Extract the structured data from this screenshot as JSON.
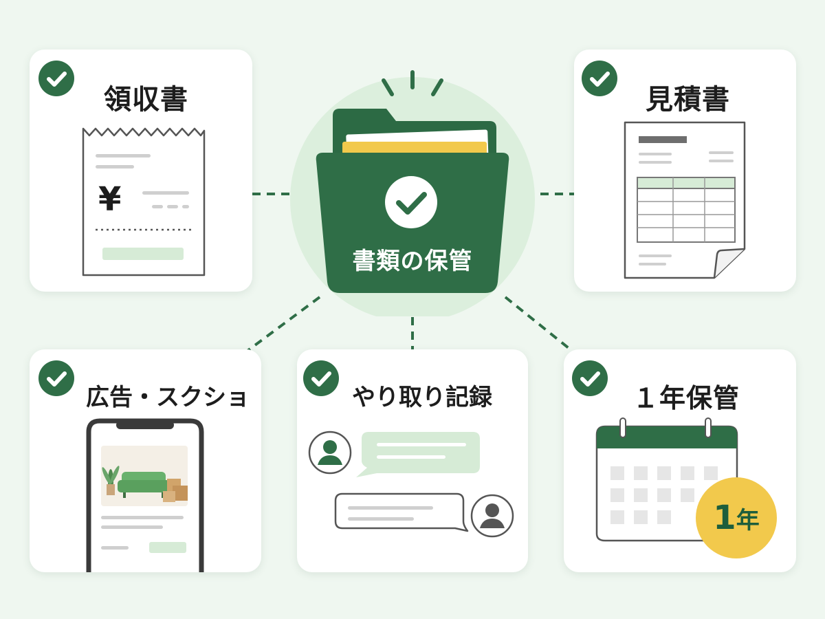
{
  "center": {
    "label": "書類の保管",
    "icon": "folder-check-icon"
  },
  "cards": {
    "receipt": {
      "title": "領収書",
      "icon": "receipt-icon",
      "symbol": "¥"
    },
    "estimate": {
      "title": "見積書",
      "icon": "estimate-document-icon"
    },
    "ads": {
      "title": "広告・スクショ",
      "icon": "smartphone-screenshot-icon"
    },
    "chat": {
      "title": "やり取り記録",
      "icon": "chat-messages-icon"
    },
    "year": {
      "title": "１年保管",
      "icon": "calendar-icon",
      "badge_number": "1",
      "badge_unit": "年"
    }
  },
  "colors": {
    "accent_green": "#2f6e47",
    "light_green": "#d6ebd6",
    "highlight_yellow": "#f2c94c",
    "background": "#eff7f0"
  }
}
